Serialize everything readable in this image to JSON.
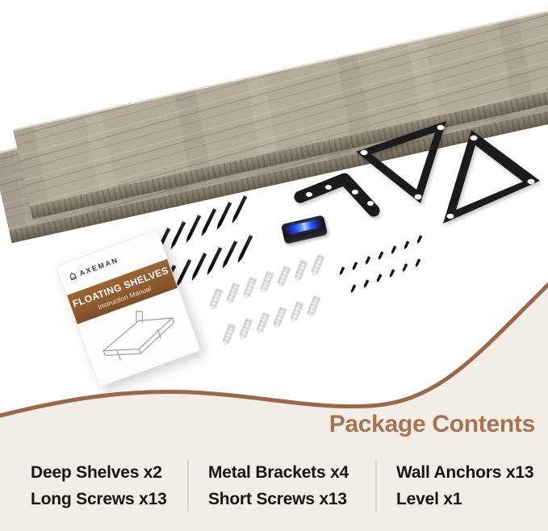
{
  "colors": {
    "accent": "#a8734f",
    "curve_line": "#9a674a",
    "panel_background": "#f2ede7",
    "manual_band": "#8e5a30",
    "metal_black": "#1b1b1d",
    "level_vial_blue": "#2d51e8",
    "anchor_white": "#ededec",
    "wood": "#b6ab9b"
  },
  "manual": {
    "brand": "AXEMAN",
    "title": "FLOATING SHELVES",
    "subtitle": "Instruction Manual"
  },
  "package_contents": {
    "heading": "Package Contents",
    "columns": [
      {
        "items": [
          "Deep Shelves x2",
          "Long Screws x13"
        ]
      },
      {
        "items": [
          "Metal Brackets x4",
          "Short Screws x13"
        ]
      },
      {
        "items": [
          "Wall Anchors x13",
          "Level x1"
        ]
      }
    ]
  },
  "hardware": {
    "deep_shelves": {
      "name": "Deep Shelves",
      "count": 2
    },
    "long_screws": {
      "name": "Long Screws",
      "count": 13
    },
    "metal_brackets": {
      "name": "Metal Brackets",
      "count": 4
    },
    "short_screws": {
      "name": "Short Screws",
      "count": 13
    },
    "wall_anchors": {
      "name": "Wall Anchors",
      "count": 13
    },
    "level": {
      "name": "Level",
      "count": 1
    }
  }
}
